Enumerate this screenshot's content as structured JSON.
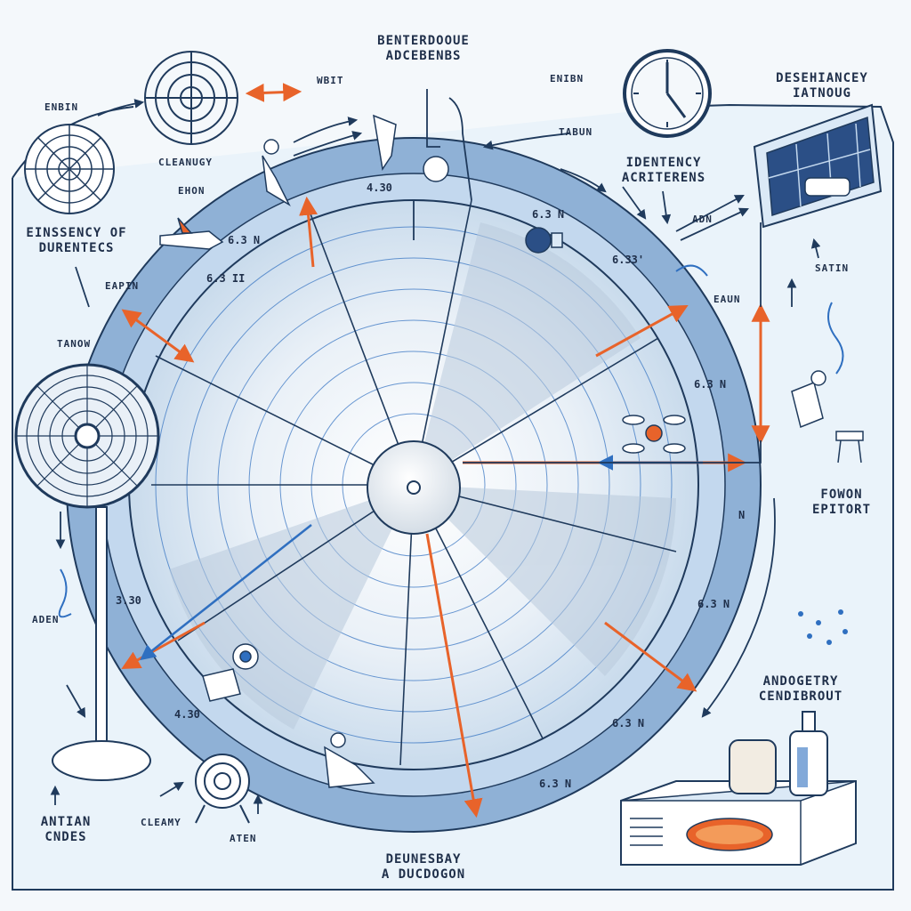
{
  "labels": {
    "top_center_line1": "BENTERDOOUE",
    "top_center_line2": "ADCEBENBS",
    "top_wait": "WBIT",
    "top_enibn": "ENIBN",
    "top_tabun": "TABUN",
    "top_left_enbin": "ENBIN",
    "top_right_line1": "DESEHIANCEY",
    "top_right_line2": "IATNOUG",
    "cleanugy": "CLEANUGY",
    "ehon": "EHON",
    "left_heading_line1": "EINSSENCY OF",
    "left_heading_line2": "DURENTECS",
    "identency_line1": "IDENTENCY",
    "identency_line2": "ACRITERENS",
    "adn": "ADN",
    "eapin": "EAPIN",
    "eaun": "EAUN",
    "satin": "SATIN",
    "tanow": "TANOW",
    "fowon_line1": "FOWON",
    "fowon_line2": "EPITORT",
    "aden": "ADEN",
    "andogetry_line1": "ANDOGETRY",
    "andogetry_line2": "CENDIBROUT",
    "antian_line1": "ANTIAN",
    "antian_line2": "CNDES",
    "cleamy": "CLEAMY",
    "aten": "ATEN",
    "bottom_line1": "DEUNESBAY",
    "bottom_line2": "A DUCDOGON"
  },
  "measurements": {
    "m1": "4.30",
    "m2": "6.3 N",
    "m3": "6.3 N",
    "m4": "6.3 II",
    "m5": "6.33'",
    "m6": "6.3 N",
    "m7": "3.30",
    "m8": "4.30",
    "m9": "6.3 N",
    "m10": "6.3 N",
    "m11": "6.3 N",
    "m12": "N"
  },
  "colors": {
    "line": "#1f3a5c",
    "blue_ring": "#8fb1d6",
    "blue_light": "#dbe9f6",
    "accent_orange": "#e8632a",
    "accent_blue": "#2f6fc0",
    "background": "#eaf3fa"
  }
}
